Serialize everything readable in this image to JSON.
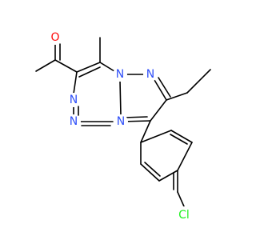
{
  "molecule": {
    "atoms": [
      {
        "id": "O1",
        "symbol": "O",
        "color": "#ff0d0d"
      },
      {
        "id": "N1",
        "symbol": "N",
        "color": "#3050f8"
      },
      {
        "id": "N2",
        "symbol": "N",
        "color": "#3050f8"
      },
      {
        "id": "N3",
        "symbol": "N",
        "color": "#3050f8"
      },
      {
        "id": "N4",
        "symbol": "N",
        "color": "#3050f8"
      },
      {
        "id": "N5",
        "symbol": "N",
        "color": "#3050f8"
      },
      {
        "id": "Cl1",
        "symbol": "Cl",
        "color": "#1ff01f"
      }
    ]
  },
  "colors": {
    "bond": "#000000",
    "background": "#ffffff"
  }
}
